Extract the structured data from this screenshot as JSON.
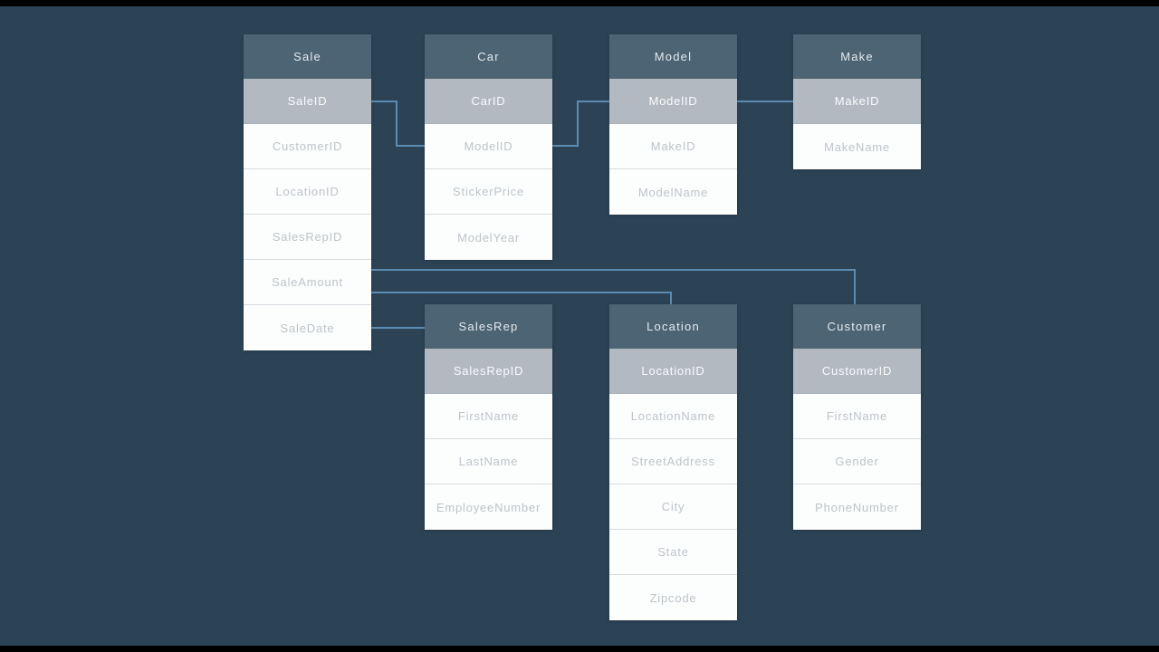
{
  "canvas": {
    "background_color": "#2c4356",
    "wire_color": "#5d8cb2",
    "header_color": "#4d6474",
    "primary_key_row_color": "#b2b9c0"
  },
  "tables": {
    "sale": {
      "title": "Sale",
      "rows": [
        "SaleID",
        "CustomerID",
        "LocationID",
        "SalesRepID",
        "SaleAmount",
        "SaleDate"
      ]
    },
    "car": {
      "title": "Car",
      "rows": [
        "CarID",
        "ModelID",
        "StickerPrice",
        "ModelYear"
      ]
    },
    "model": {
      "title": "Model",
      "rows": [
        "ModelID",
        "MakeID",
        "ModelName"
      ]
    },
    "make": {
      "title": "Make",
      "rows": [
        "MakeID",
        "MakeName"
      ]
    },
    "salesrep": {
      "title": "SalesRep",
      "rows": [
        "SalesRepID",
        "FirstName",
        "LastName",
        "EmployeeNumber"
      ]
    },
    "location": {
      "title": "Location",
      "rows": [
        "LocationID",
        "LocationName",
        "StreetAddress",
        "City",
        "State",
        "Zipcode"
      ]
    },
    "customer": {
      "title": "Customer",
      "rows": [
        "CustomerID",
        "FirstName",
        "Gender",
        "PhoneNumber"
      ]
    }
  },
  "connections": [
    {
      "from": "Sale.SaleID",
      "to": "Car.ModelID"
    },
    {
      "from": "Car.ModelID",
      "to": "Model.ModelID"
    },
    {
      "from": "Model.ModelID",
      "to": "Make.MakeID"
    },
    {
      "from": "Sale.SaleAmount",
      "to": "Customer"
    },
    {
      "from": "Sale.SaleAmount",
      "to": "Location"
    },
    {
      "from": "Sale.SaleDate",
      "to": "SalesRep"
    }
  ]
}
